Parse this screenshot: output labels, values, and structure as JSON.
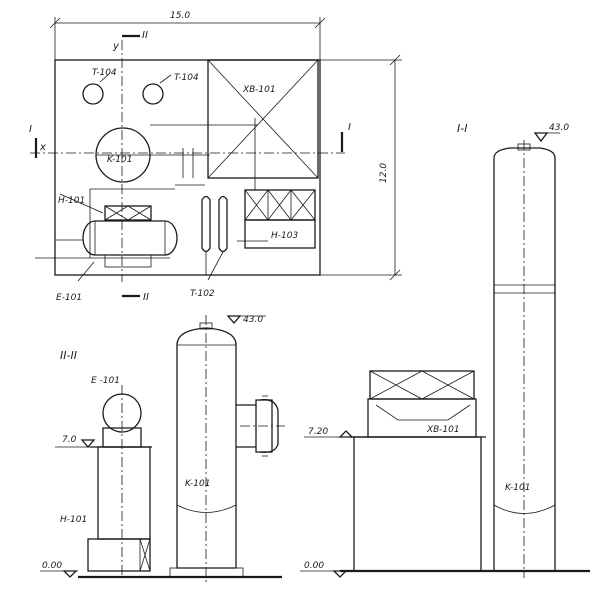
{
  "plan": {
    "dim_width": "15.0",
    "dim_height": "12.0",
    "axis_y": "y",
    "axis_x": "x",
    "section_I": "I",
    "section_II": "II",
    "label_T104_left": "T-104",
    "label_T104_right": "T-104",
    "label_XB101": "XB-101",
    "label_K101": "K-101",
    "label_H101": "H-101",
    "label_H103": "H-103",
    "label_E101": "E-101",
    "label_T102": "T-102"
  },
  "section_I_I": {
    "title": "I-I",
    "elev_top": "43.0",
    "elev_platform": "7.20",
    "elev_ground": "0.00",
    "label_XB101": "XB-101",
    "label_K101": "K-101"
  },
  "section_II_II": {
    "title": "II-II",
    "elev_top": "43.0",
    "elev_platform": "7.0",
    "elev_ground": "0.00",
    "label_E101": "E -101",
    "label_H101": "H-101",
    "label_K101": "K-101"
  }
}
